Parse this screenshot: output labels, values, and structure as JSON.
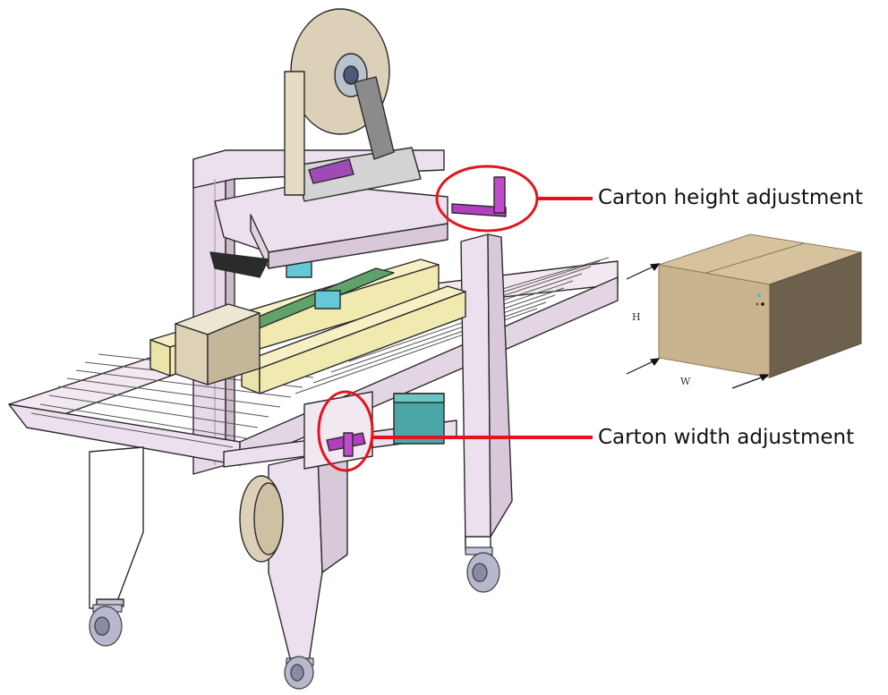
{
  "callouts": {
    "height": {
      "label": "Carton height adjustment"
    },
    "width": {
      "label": "Carton width adjustment"
    }
  },
  "carton": {
    "height_letter": "H",
    "width_letter": "W"
  },
  "colors": {
    "callout_line": "#e3141c",
    "callout_circle": "#e3141c",
    "frame": "#ede0ee",
    "frame_stroke": "#2a2a2a",
    "handle": "#b23ec0",
    "guide_rail": "#f0e9b0",
    "carton_front": "#c8b48e",
    "carton_top": "#d6c29c",
    "carton_side": "#6d604c",
    "tape_roll": "#ddd0b8",
    "motor": "#4aa7a6"
  },
  "icons": {
    "handle": "crank-handle-icon",
    "caster": "caster-wheel-icon"
  }
}
